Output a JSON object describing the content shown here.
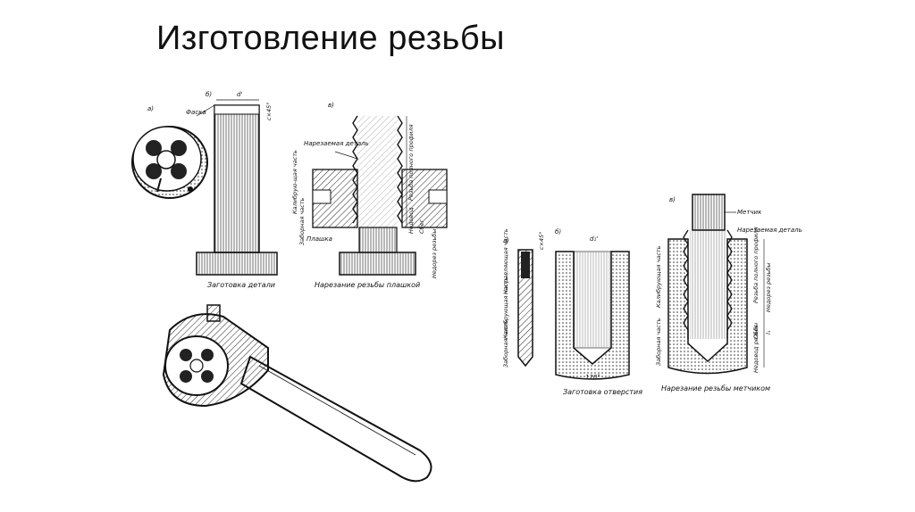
{
  "slide": {
    "title": "Изготовление резьбы"
  },
  "left_figure": {
    "label_a": "а)",
    "label_b": "б)",
    "label_v": "в)",
    "chamfer": "Фаска",
    "dim_d": "d'",
    "dim_c": "c×45°",
    "threaded_part": "Нарезаемая деталь",
    "calibrating_part": "Калибрую-щая часть",
    "intake_part": "Заборная часть",
    "die": "Плашка",
    "full_thread": "Резьба полного профиля",
    "undercut": "Недовод",
    "runout": "Сбег",
    "underthread": "Недорез резьбы",
    "caption_blank": "Заготовка детали",
    "caption_cutting": "Нарезание резьбы плашкой"
  },
  "right_figure": {
    "label_a": "а)",
    "label_b": "б)",
    "label_v": "в)",
    "dim_d1": "d₁'",
    "dim_c": "c×45°",
    "angle": "120°",
    "tap": "Метчик",
    "threaded_part": "Нарезаемая деталь",
    "guide_part": "Направляющая часть",
    "calibrating_part": "Калибрующая часть",
    "intake_part": "Заборная часть",
    "calibrating_part_2": "Калибрующая часть",
    "intake_part_2": "Заборная часть",
    "full_thread": "Резьба полного профиля",
    "underthread": "Недорез резьбы",
    "runout": "Сбег",
    "undercut": "Недовод резьбы",
    "l": "l₁",
    "caption_blank": "Заготовка отверстия",
    "caption_cutting": "Нарезание резьбы метчиком"
  }
}
